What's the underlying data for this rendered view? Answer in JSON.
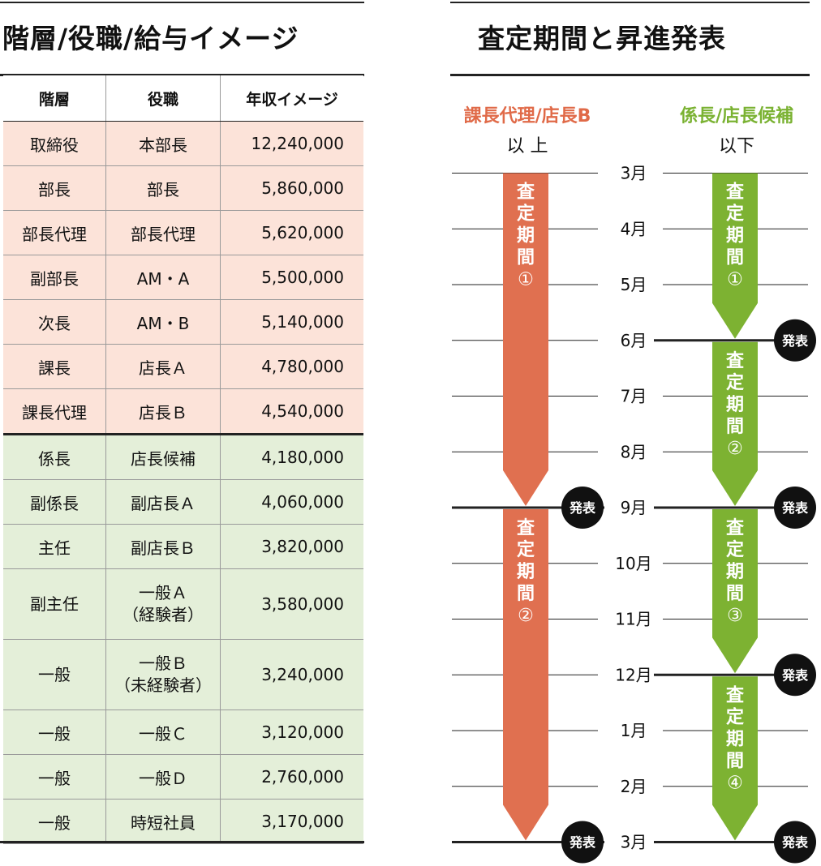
{
  "salary_section": {
    "title": "階層/役職/給与イメージ",
    "headers": [
      "階層",
      "役職",
      "年収イメージ"
    ],
    "rows": [
      {
        "level": "取締役",
        "position": "本部長",
        "salary": "12,240,000",
        "group": "mgmt"
      },
      {
        "level": "部長",
        "position": "部長",
        "salary": "5,860,000",
        "group": "mgmt"
      },
      {
        "level": "部長代理",
        "position": "部長代理",
        "salary": "5,620,000",
        "group": "mgmt"
      },
      {
        "level": "副部長",
        "position": "AM・A",
        "salary": "5,500,000",
        "group": "mgmt"
      },
      {
        "level": "次長",
        "position": "AM・B",
        "salary": "5,140,000",
        "group": "mgmt"
      },
      {
        "level": "課長",
        "position": "店長Ａ",
        "salary": "4,780,000",
        "group": "mgmt"
      },
      {
        "level": "課長代理",
        "position": "店長Ｂ",
        "salary": "4,540,000",
        "group": "mgmt"
      },
      {
        "level": "係長",
        "position": "店長候補",
        "salary": "4,180,000",
        "group": "staff"
      },
      {
        "level": "副係長",
        "position": "副店長Ａ",
        "salary": "4,060,000",
        "group": "staff"
      },
      {
        "level": "主任",
        "position": "副店長Ｂ",
        "salary": "3,820,000",
        "group": "staff"
      },
      {
        "level": "副主任",
        "position": "一般Ａ",
        "position_note": "（経験者）",
        "salary": "3,580,000",
        "group": "staff"
      },
      {
        "level": "一般",
        "position": "一般Ｂ",
        "position_note": "（未経験者）",
        "salary": "3,240,000",
        "group": "staff"
      },
      {
        "level": "一般",
        "position": "一般Ｃ",
        "salary": "3,120,000",
        "group": "staff"
      },
      {
        "level": "一般",
        "position": "一般Ｄ",
        "salary": "2,760,000",
        "group": "staff"
      },
      {
        "level": "一般",
        "position": "時短社員",
        "salary": "3,170,000",
        "group": "staff"
      }
    ]
  },
  "schedule_section": {
    "title": "査定期間と昇進発表",
    "left_header": {
      "label": "課長代理/店長B",
      "sub": "以 上"
    },
    "right_header": {
      "label": "係長/店長候補",
      "sub": "以下"
    },
    "months": [
      "3月",
      "4月",
      "5月",
      "6月",
      "7月",
      "8月",
      "9月",
      "10月",
      "11月",
      "12月",
      "1月",
      "2月",
      "3月"
    ],
    "period_label": "査定期間",
    "announce_label": "発表",
    "left_periods": [
      {
        "start": 0,
        "end": 6,
        "number": "①"
      },
      {
        "start": 6,
        "end": 12,
        "number": "②"
      }
    ],
    "right_periods": [
      {
        "start": 0,
        "end": 3,
        "number": "①"
      },
      {
        "start": 3,
        "end": 6,
        "number": "②"
      },
      {
        "start": 6,
        "end": 9,
        "number": "③"
      },
      {
        "start": 9,
        "end": 12,
        "number": "④"
      }
    ],
    "left_announce": [
      6,
      12
    ],
    "right_announce": [
      3,
      6,
      9,
      12
    ],
    "colors": {
      "left": "#e07050",
      "right": "#7db232",
      "badge": "#111111",
      "line": "#222222"
    }
  }
}
